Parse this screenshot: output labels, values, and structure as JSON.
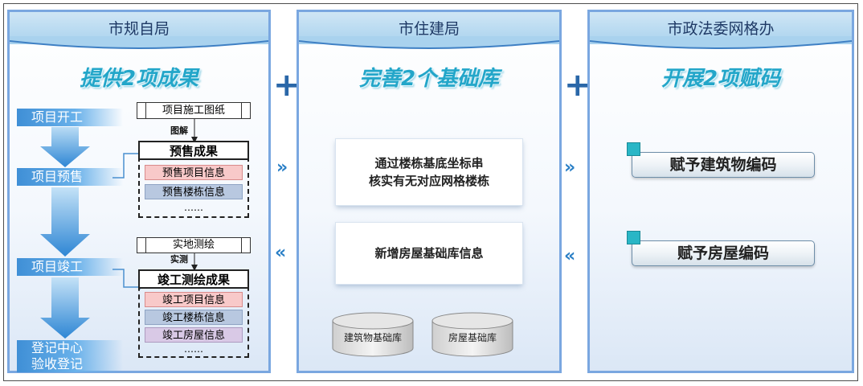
{
  "panels": [
    {
      "title": "市规自局",
      "subtitle": "提供2项成果"
    },
    {
      "title": "市住建局",
      "subtitle": "完善2个基础库"
    },
    {
      "title": "市政法委网格办",
      "subtitle": "开展2项赋码"
    }
  ],
  "operators": {
    "plus": "+",
    "forward": "»",
    "backward": "«"
  },
  "stages": [
    "项目开工",
    "项目预售",
    "项目竣工",
    "登记中心",
    "验收登记"
  ],
  "presale": {
    "source": "项目施工图纸",
    "tag": "图解",
    "title": "预售成果",
    "items": [
      "预售项目信息",
      "预售楼栋信息"
    ],
    "more": "……"
  },
  "completion": {
    "source": "实地测绘",
    "tag": "实测",
    "title": "竣工测绘成果",
    "items": [
      "竣工项目信息",
      "竣工楼栋信息",
      "竣工房屋信息"
    ],
    "more": "……"
  },
  "housing": {
    "card1": [
      "通过楼栋基底坐标串",
      "核实有无对应网格楼栋"
    ],
    "card2": "新增房屋基础库信息",
    "databases": [
      "建筑物基础库",
      "房屋基础库"
    ]
  },
  "coding": [
    "赋予建筑物编码",
    "赋予房屋编码"
  ],
  "colors": {
    "panel_border": "#7aa7e0",
    "title_band": "#a9d2ee",
    "subtitle": "#23a6c9",
    "stage_blue": "#3f8fd6",
    "presale_item1": "#f8c9c9",
    "presale_item2": "#b8c8e0",
    "completion_item1": "#f8c9c9",
    "completion_item2": "#b8c8e0",
    "completion_item3": "#d9c9e6",
    "code_square": "#29b6c6"
  }
}
